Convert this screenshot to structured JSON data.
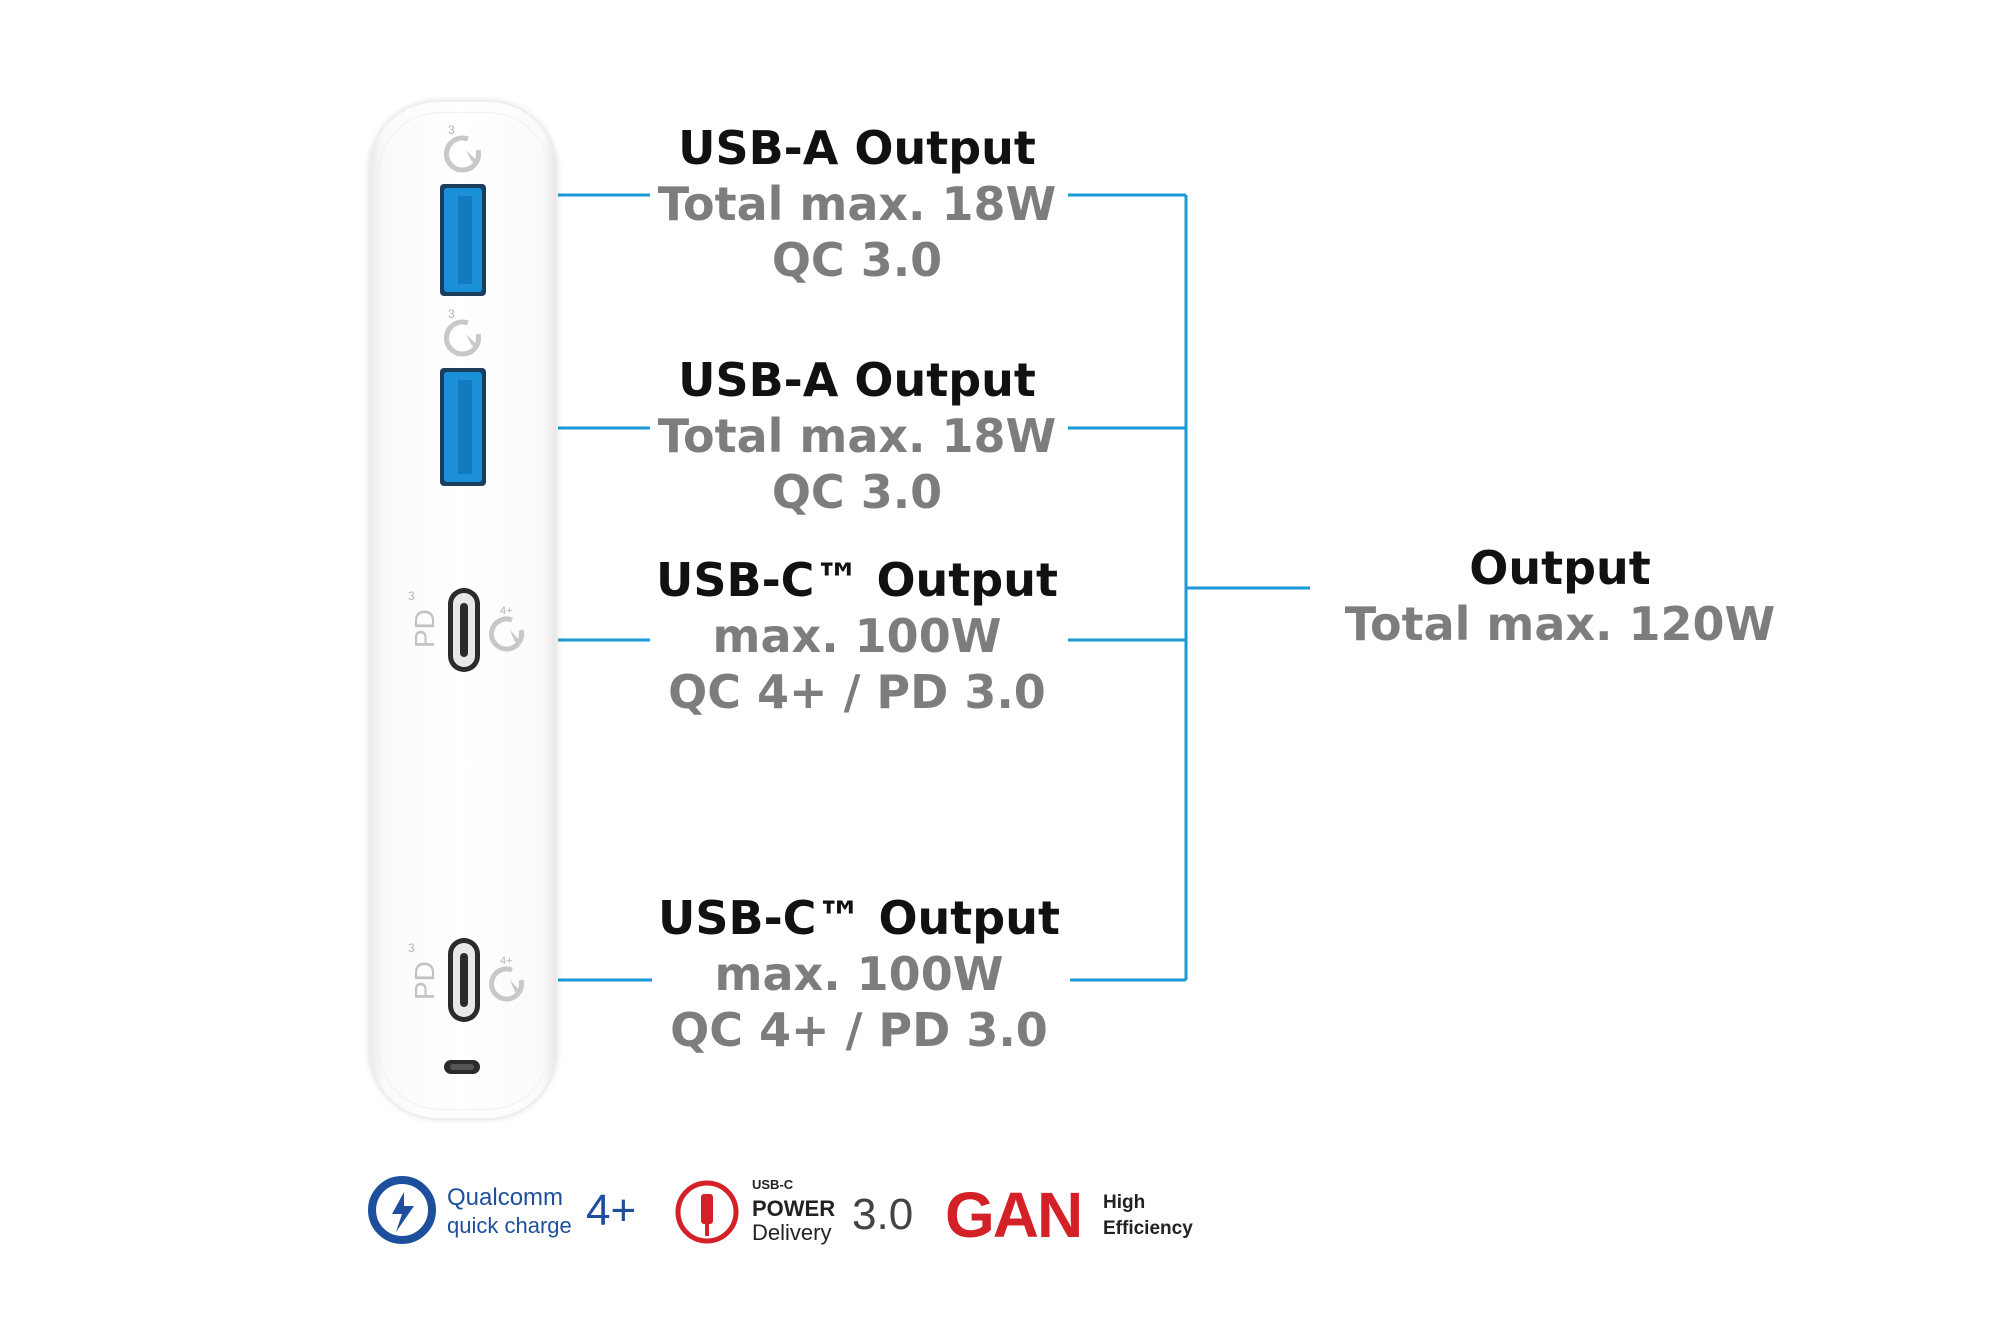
{
  "ports": [
    {
      "title": "USB-A Output",
      "line1": "Total max. 18W",
      "line2": "QC 3.0"
    },
    {
      "title": "USB-A Output",
      "line1": "Total max. 18W",
      "line2": "QC 3.0"
    },
    {
      "title": "USB-C™ Output",
      "line1": "max. 100W",
      "line2": "QC 4+ / PD 3.0"
    },
    {
      "title": "USB-C™ Output",
      "line1": "max. 100W",
      "line2": "QC 4+ / PD 3.0"
    }
  ],
  "total": {
    "title": "Output",
    "line": "Total max. 120W"
  },
  "device_markings": {
    "qc_version": "3",
    "pd_label": "PD",
    "pd_version": "3",
    "qc4_label": "4+"
  },
  "logos": {
    "qualcomm": {
      "brand": "Qualcomm",
      "product": "quick charge",
      "version": "4+"
    },
    "power_delivery": {
      "top": "USB-C",
      "line1": "POWER",
      "line2": "Delivery",
      "version": "3.0"
    },
    "gan": {
      "brand": "GAN",
      "line1": "High",
      "line2": "Efficiency"
    }
  },
  "colors": {
    "line": "#1a9ad6",
    "usb_a_blue": "#1b8fd8",
    "title": "#111111",
    "subtitle": "#7d7d7d",
    "qualcomm": "#1e4f9c",
    "red": "#d42027"
  }
}
